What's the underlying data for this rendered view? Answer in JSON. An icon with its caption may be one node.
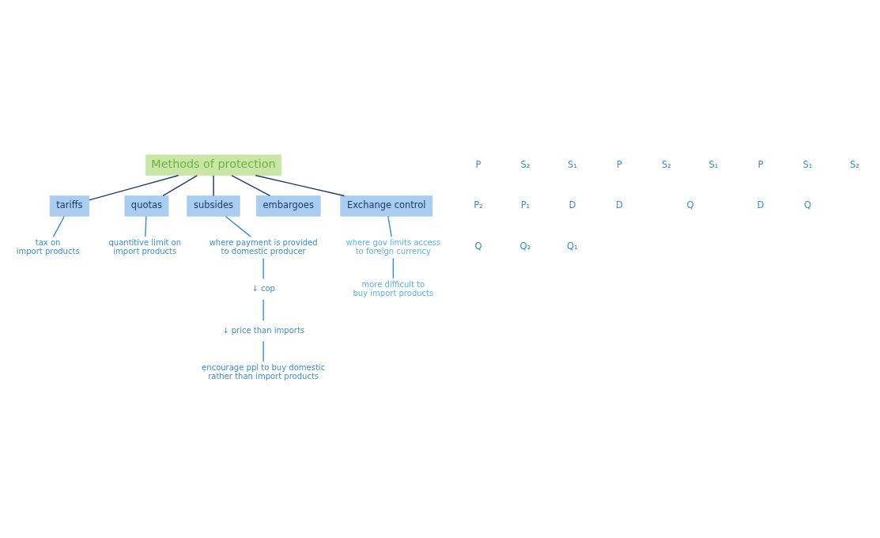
{
  "diagram": {
    "nodes": [
      {
        "text": [
          "Methods of protection"
        ]
      },
      {
        "text": [
          "tariffs"
        ]
      },
      {
        "text": [
          "quotas"
        ]
      },
      {
        "text": [
          "subsides"
        ]
      },
      {
        "text": [
          "embargoes"
        ]
      },
      {
        "text": [
          "Exchange control"
        ]
      },
      {
        "text": [
          "tax on import products"
        ]
      },
      {
        "text": [
          "quantitive limit on import products"
        ]
      },
      {
        "text": [
          "where payment is provided to domestic producer"
        ]
      },
      {
        "text": [
          "↓ cop"
        ]
      },
      {
        "text": [
          "↓ price than imports"
        ]
      },
      {
        "text": [
          "encourage ppl to buy domestic rather than import products"
        ]
      },
      {
        "text": [
          "where gov limits access to foreign currency"
        ]
      },
      {
        "text": [
          "more difficult to buy import products"
        ]
      }
    ],
    "edges": [
      {
        "from": 0,
        "to": 1,
        "arrow": "none",
        "color": "#1f3a6e"
      },
      {
        "from": 0,
        "to": 2,
        "arrow": "none",
        "color": "#1f3a6e"
      },
      {
        "from": 0,
        "to": 3,
        "arrow": "none",
        "color": "#1f3a6e"
      },
      {
        "from": 0,
        "to": 4,
        "arrow": "none",
        "color": "#1f3a6e"
      },
      {
        "from": 0,
        "to": 5,
        "arrow": "none",
        "color": "#1f3a6e"
      },
      {
        "from": 1,
        "to": 6,
        "arrow": "none"
      },
      {
        "from": 2,
        "to": 7,
        "arrow": "none"
      },
      {
        "from": 3,
        "to": 8,
        "arrow": "none"
      },
      {
        "from": 8,
        "to": 9,
        "arrow": "none"
      },
      {
        "from": 9,
        "to": 10,
        "arrow": "none"
      },
      {
        "from": 10,
        "to": 11,
        "arrow": "none"
      },
      {
        "from": 5,
        "to": 12,
        "arrow": "none"
      },
      {
        "from": 12,
        "to": 13,
        "arrow": "none"
      }
    ],
    "labels": [
      "P",
      "S₂",
      "S₁",
      "P₂",
      "P₁",
      "D",
      "Q",
      "Q₂",
      "Q₁",
      "P",
      "S₂",
      "S₁",
      "D",
      "Q",
      "P",
      "S₁",
      "S₂",
      "D",
      "Q"
    ]
  }
}
